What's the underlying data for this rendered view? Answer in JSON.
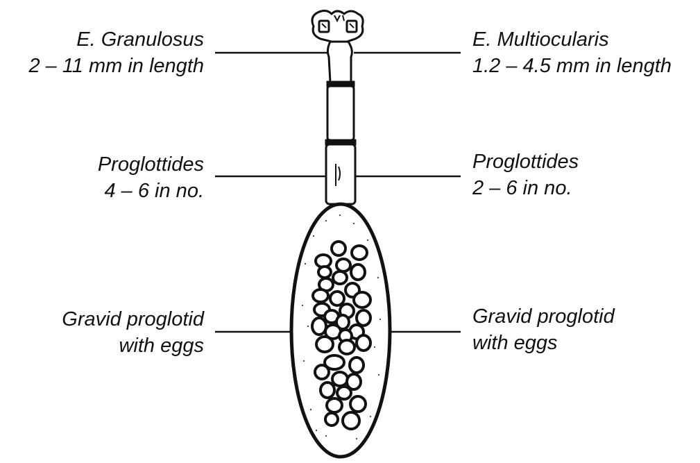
{
  "labels": {
    "left": {
      "species": {
        "line1": "E. Granulosus",
        "line2": "2 – 11 mm in length"
      },
      "proglottides": {
        "line1": "Proglottides",
        "line2": "4 – 6 in no."
      },
      "gravid": {
        "line1": "Gravid proglotid",
        "line2": "with eggs"
      }
    },
    "right": {
      "species": {
        "line1": "E. Multiocularis",
        "line2": "1.2 – 4.5 mm in length"
      },
      "proglottides": {
        "line1": "Proglottides",
        "line2": "2 – 6 in no."
      },
      "gravid": {
        "line1": "Gravid proglotid",
        "line2": "with eggs"
      }
    }
  },
  "colors": {
    "ink": "#111111",
    "background": "#ffffff"
  }
}
